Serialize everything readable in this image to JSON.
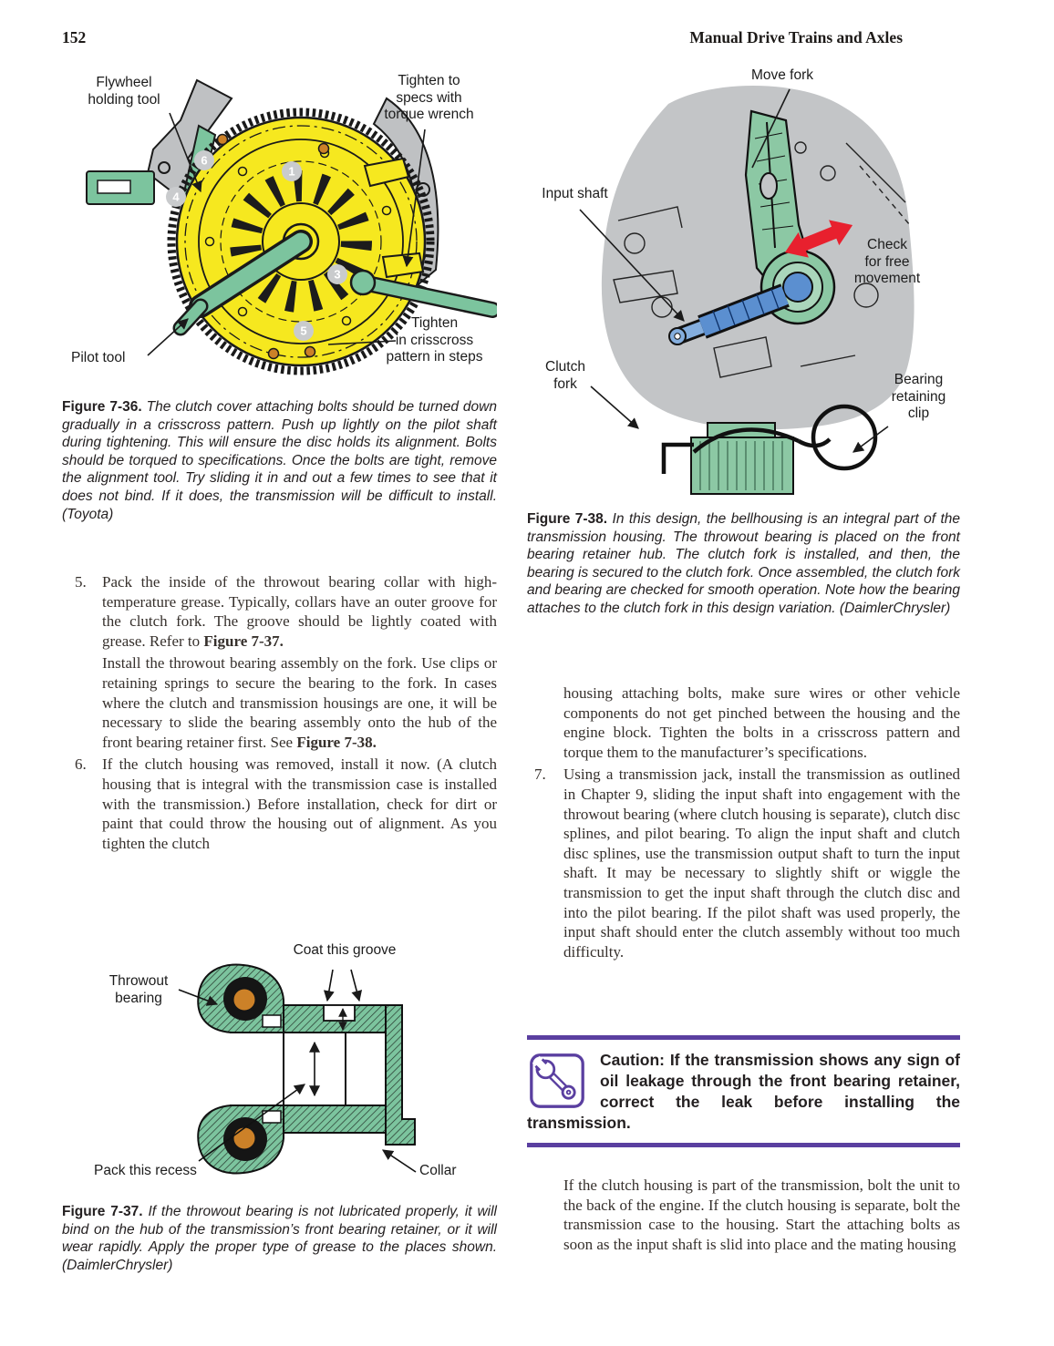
{
  "page": {
    "number": "152",
    "running_title": "Manual Drive Trains and Axles"
  },
  "colors": {
    "accent_purple": "#5a3fa0",
    "flywheel_yellow": "#f6e81f",
    "tool_green": "#7cc49e",
    "steel_gray": "#bfc1c3",
    "housing_gray": "#c3c5c7",
    "bolt_orange": "#cc8128",
    "shaft_blue": "#5b8fd0",
    "arrow_red": "#e8202e",
    "text_black": "#231f20"
  },
  "figure36": {
    "labels": {
      "flywheel_holding_tool": [
        "Flywheel",
        "holding tool"
      ],
      "tighten_to_specs": [
        "Tighten to",
        "specs with",
        "torque wrench"
      ],
      "pilot_tool": "Pilot tool",
      "tighten_crisscross": [
        "Tighten",
        "in crisscross",
        "pattern in steps"
      ]
    },
    "bolt_numbers": {
      "b1": "1",
      "b3": "3",
      "b4": "4",
      "b5": "5",
      "b6": "6"
    },
    "caption_lead": "Figure 7-36.",
    "caption_text": " The clutch cover attaching bolts should be turned down gradually in a crisscross pattern. Push up lightly on the pilot shaft during tightening. This will ensure the disc holds its alignment. Bolts should be torqued to specifications. Once the bolts are tight, remove the alignment tool. Try sliding it in and out a few times to see that it does not bind. If it does, the transmission will be difficult to install. (Toyota)"
  },
  "figure37": {
    "labels": {
      "throwout_bearing": [
        "Throwout",
        "bearing"
      ],
      "coat_this_groove": "Coat this groove",
      "pack_this_recess": "Pack this recess",
      "collar": "Collar"
    },
    "caption_lead": "Figure 7-37.",
    "caption_text": " If the throwout bearing is not lubricated properly, it will bind on the hub of the transmission’s front bearing retainer, or it will wear rapidly. Apply the proper type of grease to the places shown. (DaimlerChrysler)"
  },
  "figure38": {
    "labels": {
      "move_fork": "Move fork",
      "input_shaft": "Input shaft",
      "check_free": [
        "Check",
        "for free",
        "movement"
      ],
      "clutch_fork": [
        "Clutch",
        "fork"
      ],
      "bearing_clip": [
        "Bearing",
        "retaining",
        "clip"
      ]
    },
    "caption_lead": "Figure 7-38.",
    "caption_text": " In this design, the bellhousing is an integral part of the transmission housing. The throwout bearing is placed on the front bearing retainer hub. The clutch fork is installed, and then, the bearing is secured to the clutch fork. Once assembled, the clutch fork and bearing are checked for smooth operation. Note how the bearing attaches to the clutch fork in this design variation. (DaimlerChrysler)"
  },
  "steps": {
    "item5_num": "5.",
    "item5_text": "Pack the inside of the throwout bearing collar with high-temperature grease. Typically, collars have an outer groove for the clutch fork. The groove should be lightly coated with grease. Refer to ",
    "item5_ref": "Figure 7-37.",
    "item5b_text": "Install the throwout bearing assembly on the fork. Use clips or retaining springs to secure the bearing to the fork. In cases where the clutch and transmission housings are one, it will be necessary to slide the bearing assembly onto the hub of the front bearing retainer first. See ",
    "item5b_ref": "Figure 7-38.",
    "item6_num": "6.",
    "item6_text": "If the clutch housing was removed, install it now. (A clutch housing that is integral with the transmission case is installed with the transmission.) Before installation, check for dirt or paint that could throw the housing out of alignment. As you tighten the clutch",
    "item6_cont": "housing attaching bolts, make sure wires or other vehicle components do not get pinched between the housing and the engine block. Tighten the bolts in a crisscross pattern and torque them to the manufacturer’s specifications.",
    "item7_num": "7.",
    "item7_text": "Using a transmission jack, install the transmission as outlined in Chapter 9, sliding the input shaft into engagement with the throwout bearing (where clutch housing is separate), clutch disc splines, and pilot bearing. To align the input shaft and clutch disc splines, use the transmission output shaft to turn the input shaft. It may be necessary to slightly shift or wiggle the transmission to get the input shaft through the clutch disc and into the pilot bearing. If the pilot shaft was used properly, the input shaft should enter the clutch assembly without too much difficulty.",
    "closing_text": "If the clutch housing is part of the transmission, bolt the unit to the back of the engine. If the clutch housing is separate, bolt the transmission case to the housing. Start the attaching bolts as soon as the input shaft is slid into place and the mating housing"
  },
  "caution": {
    "text": "Caution: If the transmission shows any sign of oil leakage through the front bearing retainer, correct the leak before installing the transmission."
  }
}
